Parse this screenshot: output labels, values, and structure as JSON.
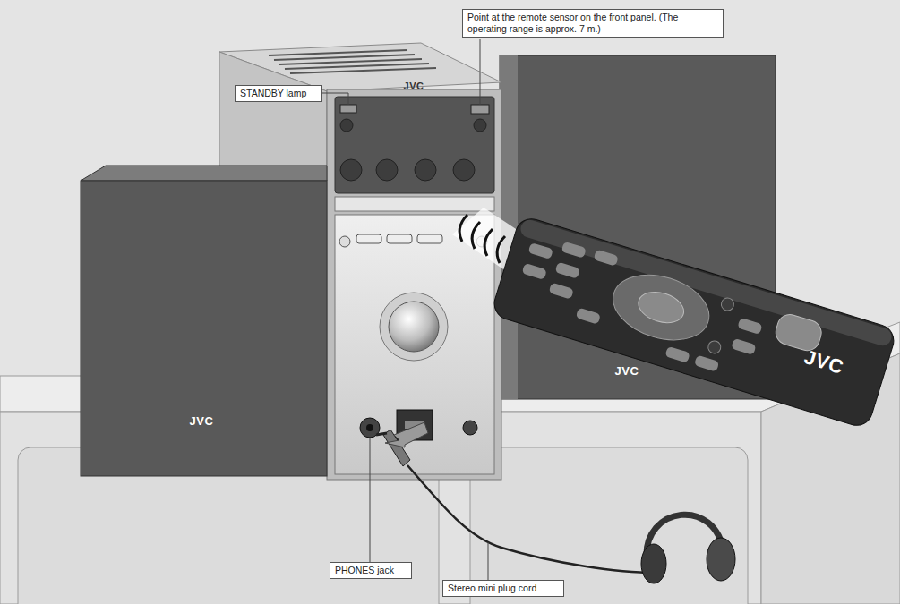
{
  "diagram": {
    "nodes": [
      {
        "text": [
          "STANDBY lamp"
        ]
      },
      {
        "text": [
          "Point at the remote sensor on the front panel. (The operating range is approx. 7 m.)"
        ]
      },
      {
        "text": [
          "PHONES jack"
        ]
      },
      {
        "text": [
          "Stereo mini plug cord"
        ]
      }
    ],
    "labels": [
      "JVC",
      "JVC",
      "JVC",
      "JVC"
    ]
  }
}
